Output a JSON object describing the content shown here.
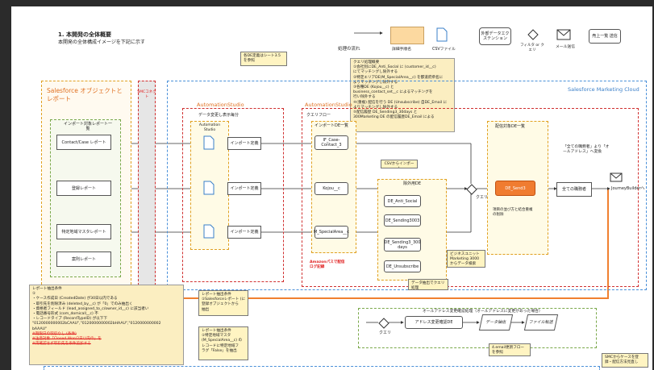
{
  "header": {
    "title": "1. 本開発の全体概要",
    "subtitle": "本開発の全体構成イメージを下記に示す"
  },
  "legend": {
    "flow": "処理の流れ",
    "step": "詳細手順名",
    "csv": "CSVファイル",
    "external_de": "外部データエクステンション",
    "filter_query": "フィルタ or クエリ",
    "email": "メール送信",
    "journey": "売上一覧 送信"
  },
  "regions": {
    "salesforce": "Salesforce オブジェクトとレポート",
    "smc": "SMCコネクト",
    "mc": "Salesforce Marketing Cloud",
    "as1": "AutomationStudio",
    "as2": "AutomationStudio",
    "import_group": "インポート対象レポート一覧",
    "data_import": "データ変更し表示毎分",
    "query_flow": "クエリフロー",
    "import_de_list": "インポートDE一覧",
    "target_de_list": "配信対象DE一覧",
    "exclude_de": "除外用DE",
    "csv_import": "CSVからインポート"
  },
  "reports": [
    "Contact/Case レポート",
    "登録レポート",
    "特定地域マスタレポート",
    "案則レポート"
  ],
  "automation_studio_label": "Automation Studio",
  "import_labels": [
    "インポート定義",
    "インポート定義",
    "インポート定義"
  ],
  "import_des": [
    "IF_Case-Contact_3",
    "Kojou__c",
    "M_SpecialArea__c"
  ],
  "exclude_des": [
    "DE_Anti_Social",
    "DE_Sending3003",
    "DE_Sending3_300 days",
    "DE_Unsubscribe"
  ],
  "send_de": "DE_Send3",
  "final_list": "全ての職務者",
  "journey_label": "JourneyBuilderへ",
  "query_label": "クエリ",
  "all_send_label": "「全ての職務者」より「オールアドレス」へ変換",
  "notes": {
    "top_small": "各DE定義はシート3.5を参照",
    "query": [
      "クエリ処理概要",
      "①会社別にDE_Anti_Social に (customer_id__c)",
      "  にてマッチングし除外する",
      "②特定エリアDE(M_SpecialArea__c) を都道府県名に",
      "  よりマッチングし除外する",
      "③各種DE (Kojou__c) と",
      "  business_contact_set__c によるマッチングを",
      "  行い除外する",
      "④(重複) 配信を行う DE (Unsubscribe) 自DE_Email に",
      "  よりマッチングし除外する",
      "⑤配信履歴 DE_Sending3_30days と",
      "  300Marketing DE の配信履歴DE_Email による"
    ],
    "sort": "項目の並び方と結合重複の削除",
    "acquire": "ビジネスユニットMarketing 3000 からデータ検索",
    "datafilter": "データ抽出でクエリ処理",
    "report_cond": [
      "レポート抽出条件",
      "①",
      "・ケース作成日 (CreatedDate) が30日以内である",
      "・取引先を削除済み (deleted_by__c) が「0」でのみ抽出く",
      "・資格者フィールド (lead_assigned_to_c/owner_id__c) に該当者い",
      "・電話番号形式 (com_domicall__c) 不",
      "・レコードタイプ (RecordTypeID) が以下下",
      "  \"0120000000002bCAAU\",\"0120000000002bHAAU\",\"0120000000002",
      "  bAAAU\""
    ],
    "report_cond_red": [
      "※期限日の取引なし (条件)",
      "※注意対象「Closed Won/2日以内の」を",
      "※再確認せず取引先を条件追加する"
    ],
    "report_cond2": [
      "レポート抽出条件",
      "①Salesforceレポート (に",
      "登録オブジェクトから",
      "抽出"
    ],
    "report_cond3": [
      "レポート抽出条件",
      "①特定地域マスタ",
      "(M_SpecialArea__c) の",
      "レコードに特定地域フ",
      "ラグ「False」を抽出"
    ],
    "amazon": "Amazonパスで配信ログ記録",
    "all_address": "オールアドレス変更確認処理（オールアドレスに変更があった場合）",
    "all_address_de": "アドレス変更確認DE",
    "data_export": "データ抽出",
    "file_transfer": "ファイル転送",
    "sheet_ref": "4.email更新フローを参照",
    "smc_note": "SMCからケースを登録・配信方法見直し"
  },
  "query2_label": "クエリ"
}
